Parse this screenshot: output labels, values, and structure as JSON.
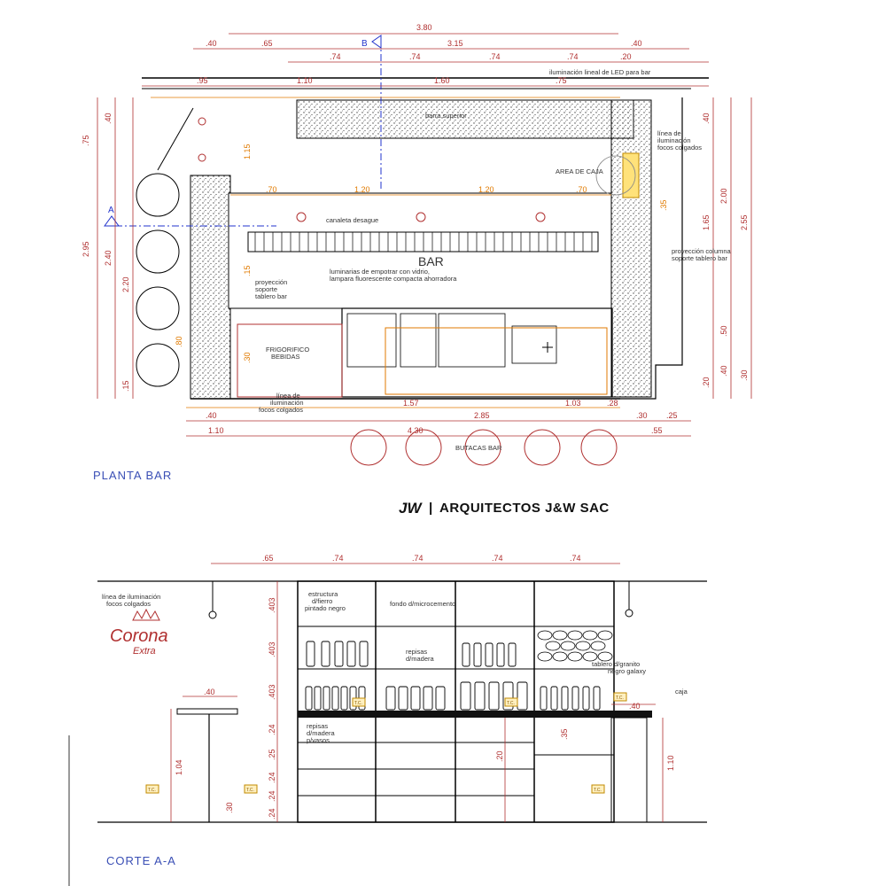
{
  "colors": {
    "wall_line": "#000000",
    "dimension_red": "#b03030",
    "dimension_orange": "#e07a00",
    "axis_blue": "#2233cc",
    "title_blue": "#3a4fb5",
    "fill_hatch": "#444444"
  },
  "plan": {
    "title": "PLANTA BAR",
    "bar_label": "BAR",
    "section_marker_a": "A",
    "section_marker_b": "B",
    "top_dims_row1": [
      "3.80"
    ],
    "top_dims_row2": [
      ".40",
      ".65",
      "3.15",
      ".40"
    ],
    "top_dims_row3": [
      ".74",
      ".74",
      ".74",
      ".74",
      ".20"
    ],
    "top_dims_row4": [
      ".95",
      "1.10",
      "1.60",
      ".75"
    ],
    "mid_dims": [
      ".70",
      "1.20",
      "1.20",
      ".70"
    ],
    "bottom_dims_row1": [
      ".40",
      "1.57",
      "2.85",
      "1.03",
      ".28",
      ".30",
      ".25"
    ],
    "bottom_dims_row2": [
      "1.10",
      "4.30",
      ".55"
    ],
    "left_dims": [
      ".75",
      ".40",
      "2.95",
      "2.40",
      "2.20",
      ".15",
      "1.15",
      ".15",
      ".80",
      ".30"
    ],
    "right_dims": [
      ".40",
      "2.00",
      "2.55",
      "1.65",
      ".35",
      ".50",
      ".40",
      ".30",
      ".20"
    ],
    "notes": {
      "led_line": "iluminación lineal de LED para bar",
      "canaleta": "canaleta desague",
      "luminarias": "luminarias de empotrar con vidrio,",
      "lampara": "lampara fluorescente compacta ahorradora",
      "proyeccion_left_1": "proyección",
      "proyeccion_left_2": "soporte",
      "proyeccion_left_3": "tablero bar",
      "frigorifico_1": "FRIGORIFICO",
      "frigorifico_2": "BEBIDAS",
      "linea_ilum_1": "línea de",
      "linea_ilum_2": "iluminación",
      "linea_ilum_3": "focos colgados",
      "right_ilum_1": "línea de",
      "right_ilum_2": "iluminación",
      "right_ilum_3": "focos colgados",
      "area_caja": "AREA DE CAJA",
      "proyeccion_right_1": "proyección columna",
      "proyeccion_right_2": "soporte tablero bar",
      "butacas": "BUTACAS BAR",
      "top_counter": "barra superior"
    }
  },
  "brand": {
    "logo_mark": "JW",
    "separator": "|",
    "name": "ARQUITECTOS J&W SAC"
  },
  "section": {
    "title": "CORTE A-A",
    "top_dims": [
      ".65",
      ".74",
      ".74",
      ".74",
      ".74"
    ],
    "left_dims": [
      ".40",
      "1.04",
      ".30"
    ],
    "shelf_dims": [
      ".403",
      ".403",
      ".403",
      ".24",
      ".25",
      ".24",
      ".24",
      ".24"
    ],
    "center_dims": [
      ".20",
      ".35"
    ],
    "right_dims": [
      ".40",
      "1.10"
    ],
    "corona_line1": "Corona",
    "corona_line2": "Extra",
    "notes": {
      "linea_ilum_1": "línea de iluminación",
      "linea_ilum_2": "focos colgados",
      "estructura_1": "estructura",
      "estructura_2": "d/fierro",
      "estructura_3": "pintado negro",
      "fondo": "fondo d/microcemento",
      "repisas_1": "repisas",
      "repisas_2": "d/madera",
      "repisas_low_1": "repisas",
      "repisas_low_2": "d/madera",
      "repisas_low_3": "p/vasos",
      "tablero_1": "tablero d/granito",
      "tablero_2": "negro galaxy",
      "caja": "caja",
      "tc": "T.C."
    }
  }
}
